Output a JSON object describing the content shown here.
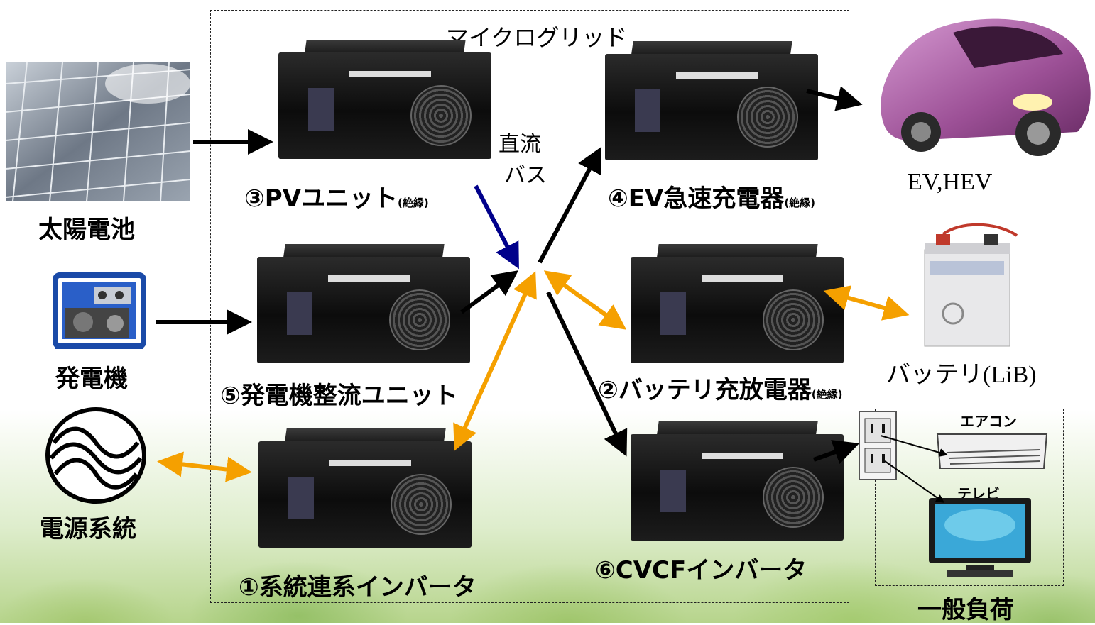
{
  "title": "マイクログリッド",
  "bus_label": [
    "直流",
    "バス"
  ],
  "sources": {
    "solar": "太陽電池",
    "generator": "発電機",
    "grid": "電源系統"
  },
  "units": {
    "pv": {
      "name": "③PVユニット",
      "note": "(絶縁)"
    },
    "gen_rectifier": {
      "name": "⑤発電機整流ユニット"
    },
    "grid_inverter": {
      "name": "①系統連系インバータ"
    },
    "ev_charger": {
      "name": "④EV急速充電器",
      "note": "(絶縁)"
    },
    "battery_charger": {
      "name": "②バッテリ充放電器",
      "note": "(絶縁)"
    },
    "cvcf": {
      "name": "⑥CVCFインバータ"
    }
  },
  "loads": {
    "ev": "EV,HEV",
    "battery": "バッテリ(LiB)",
    "aircon": "エアコン",
    "tv": "テレビ",
    "general": "一般負荷"
  },
  "colors": {
    "flow_black": "#000000",
    "flow_bidirectional": "#f5a000",
    "flow_pv": "#00008b",
    "ev_body": "#a05a9e"
  }
}
